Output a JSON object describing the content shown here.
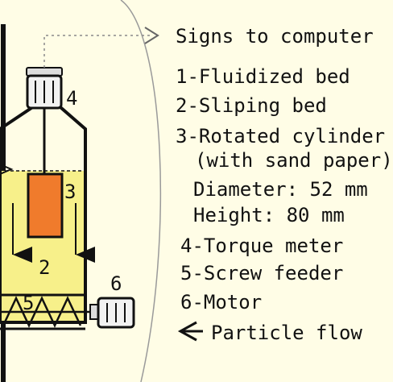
{
  "legend": {
    "signs": "Signs to computer",
    "item1": "1-Fluidized bed",
    "item2": "2-Sliping bed",
    "item3": "3-Rotated cylinder",
    "item3_note": "(with sand paper)",
    "diameter": "Diameter: 52 mm",
    "height": "Height: 80 mm",
    "item4": "4-Torque meter",
    "item5": "5-Screw feeder",
    "item6": "6-Motor",
    "particle_flow": "Particle flow"
  },
  "labels": {
    "n2": "2",
    "n3": "3",
    "n4": "4",
    "n5": "5",
    "n6": "6"
  },
  "colors": {
    "background": "#fffde6",
    "vessel_fill": "#f7f08a",
    "cylinder_fill": "#f07b2c",
    "line": "#111111",
    "signal_line": "#8a8a8a"
  }
}
